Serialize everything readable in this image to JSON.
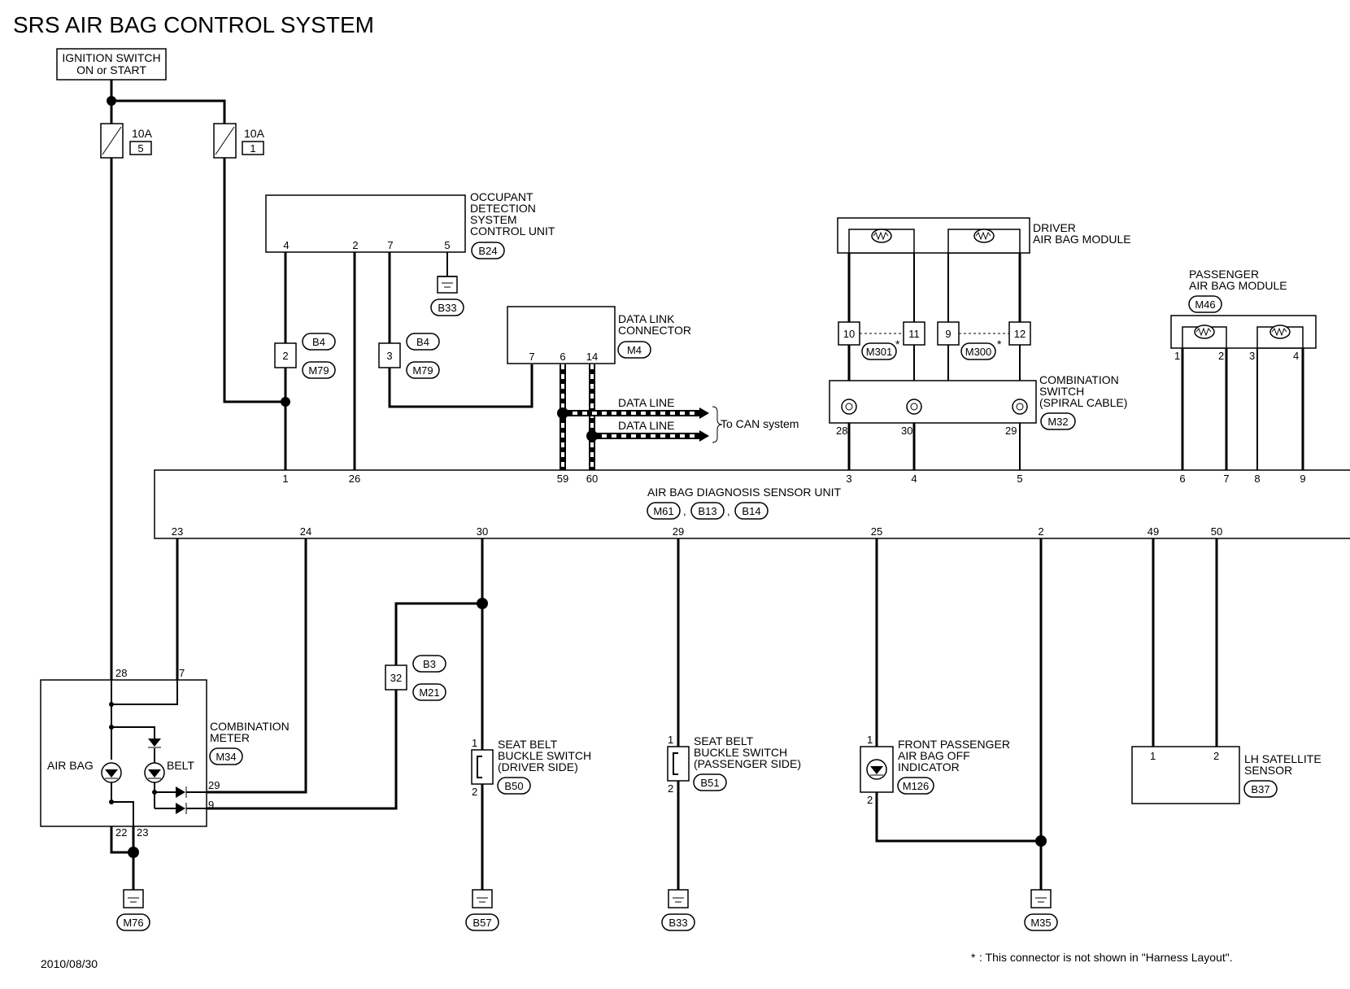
{
  "title": "SRS AIR BAG CONTROL SYSTEM",
  "ignition": {
    "line1": "IGNITION SWITCH",
    "line2": "ON or START"
  },
  "fuse_a": {
    "rating": "10A",
    "number": "5"
  },
  "fuse_b": {
    "rating": "10A",
    "number": "1"
  },
  "odscu": {
    "line1": "OCCUPANT",
    "line2": "DETECTION",
    "line3": "SYSTEM",
    "line4": "CONTROL UNIT",
    "connector": "B24",
    "pins": [
      "4",
      "2",
      "7",
      "5"
    ],
    "ground": "B33"
  },
  "jc_b4_a": {
    "top": "B4",
    "bottom": "M79",
    "pin": "2"
  },
  "jc_b4_b": {
    "top": "B4",
    "bottom": "M79",
    "pin": "3"
  },
  "dlc": {
    "line1": "DATA LINK",
    "line2": "CONNECTOR",
    "connector": "M4",
    "pins": [
      "7",
      "6",
      "14"
    ],
    "data_line_1": "DATA LINE",
    "data_line_2": "DATA LINE",
    "can": "To CAN system"
  },
  "driver_module": {
    "line1": "DRIVER",
    "line2": "AIR BAG MODULE",
    "pins": [
      "10",
      "11",
      "9",
      "12"
    ],
    "conn_left": "M301",
    "conn_right": "M300"
  },
  "spiral": {
    "line1": "COMBINATION",
    "line2": "SWITCH",
    "line3": "(SPIRAL CABLE)",
    "connector": "M32",
    "pins": [
      "28",
      "30",
      "29"
    ]
  },
  "passenger_module": {
    "line1": "PASSENGER",
    "line2": "AIR BAG MODULE",
    "connector": "M46",
    "pins": [
      "1",
      "2",
      "3",
      "4"
    ]
  },
  "sensor_unit": {
    "name": "AIR BAG DIAGNOSIS SENSOR UNIT",
    "connectors": [
      "M61",
      "B13",
      "B14"
    ],
    "top_pins": [
      "1",
      "26",
      "59",
      "60",
      "3",
      "4",
      "5",
      "6",
      "7",
      "8",
      "9"
    ],
    "bottom_pins": [
      "23",
      "24",
      "30",
      "29",
      "25",
      "2",
      "49",
      "50"
    ]
  },
  "combo_meter": {
    "line1": "COMBINATION",
    "line2": "METER",
    "connector": "M34",
    "airbag_label": "AIR BAG",
    "belt_label": "BELT",
    "pins": [
      "28",
      "7",
      "29",
      "9",
      "22",
      "23"
    ]
  },
  "jc_b3": {
    "top": "B3",
    "bottom": "M21",
    "pin": "32"
  },
  "sb_driver": {
    "line1": "SEAT BELT",
    "line2": "BUCKLE SWITCH",
    "line3": "(DRIVER SIDE)",
    "connector": "B50",
    "pins": [
      "1",
      "2"
    ]
  },
  "sb_pass": {
    "line1": "SEAT BELT",
    "line2": "BUCKLE SWITCH",
    "line3": "(PASSENGER SIDE)",
    "connector": "B51",
    "pins": [
      "1",
      "2"
    ]
  },
  "pass_off": {
    "line1": "FRONT PASSENGER",
    "line2": "AIR BAG OFF",
    "line3": "INDICATOR",
    "connector": "M126",
    "pins": [
      "1",
      "2"
    ]
  },
  "lh_sensor": {
    "line1": "LH SATELLITE",
    "line2": "SENSOR",
    "connector": "B37",
    "pins": [
      "1",
      "2"
    ]
  },
  "grounds": [
    "M76",
    "B57",
    "B33",
    "M35"
  ],
  "date": "2010/08/30",
  "footnote_mark": "*",
  "footnote": ": This connector is not shown in \"Harness Layout\"."
}
